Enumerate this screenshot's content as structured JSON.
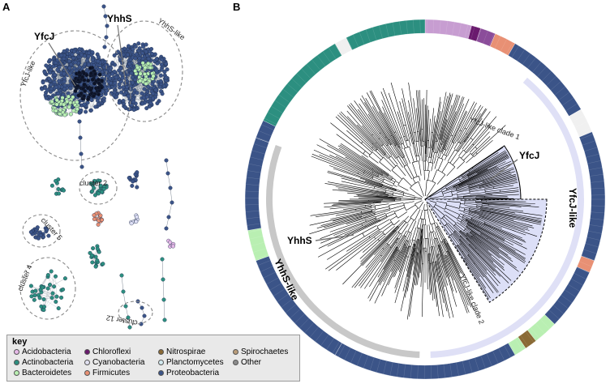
{
  "panels": {
    "a": "A",
    "b": "B"
  },
  "panel_a": {
    "proteins": {
      "ycfj": "YfcJ",
      "yhhs": "YhhS"
    },
    "groups": {
      "ycfj_like": "YfcJ-like",
      "yhhs_like": "YhhS-like"
    },
    "clusters": {
      "c2": "cluster 2",
      "c4": "cluster 4",
      "c5": "cluster 5",
      "c12": "cluster 12"
    }
  },
  "panel_b": {
    "proteins": {
      "ycfj": "YfcJ",
      "yhhs": "YhhS"
    },
    "arc_labels": {
      "ycfj_like": "YfcJ-like",
      "yhhs_like": "YhhS-like"
    },
    "clades": {
      "clade1": "YfcJ-like clade 1",
      "clade2": "YfcJ-like clade 2"
    }
  },
  "key": {
    "title": "key",
    "items": [
      {
        "label": "Acidobacteria",
        "color": "#e6b9e8"
      },
      {
        "label": "Actinobacteria",
        "color": "#2c8f80"
      },
      {
        "label": "Bacteroidetes",
        "color": "#b9efb2"
      },
      {
        "label": "Chloroflexi",
        "color": "#6a1a6e"
      },
      {
        "label": "Cyanobacteria",
        "color": "#e2e2f2"
      },
      {
        "label": "Firmicutes",
        "color": "#e89074"
      },
      {
        "label": "Nitrospirae",
        "color": "#8a6a35"
      },
      {
        "label": "Planctomycetes",
        "color": "#d3eaf0"
      },
      {
        "label": "Proteobacteria",
        "color": "#3b5488"
      },
      {
        "label": "Spirochaetes",
        "color": "#b99c7a"
      },
      {
        "label": "Other",
        "color": "#8c8c8c"
      }
    ]
  },
  "colors": {
    "proteobacteria": "#3b5488",
    "bacteroidetes": "#b9efb2",
    "actinobacteria": "#2c8f80",
    "firmicutes": "#e89074",
    "clade_fill": "#dcdff7",
    "ycfj_arc": "#dfe0f6",
    "yhhs_arc": "#c8c8c8"
  }
}
